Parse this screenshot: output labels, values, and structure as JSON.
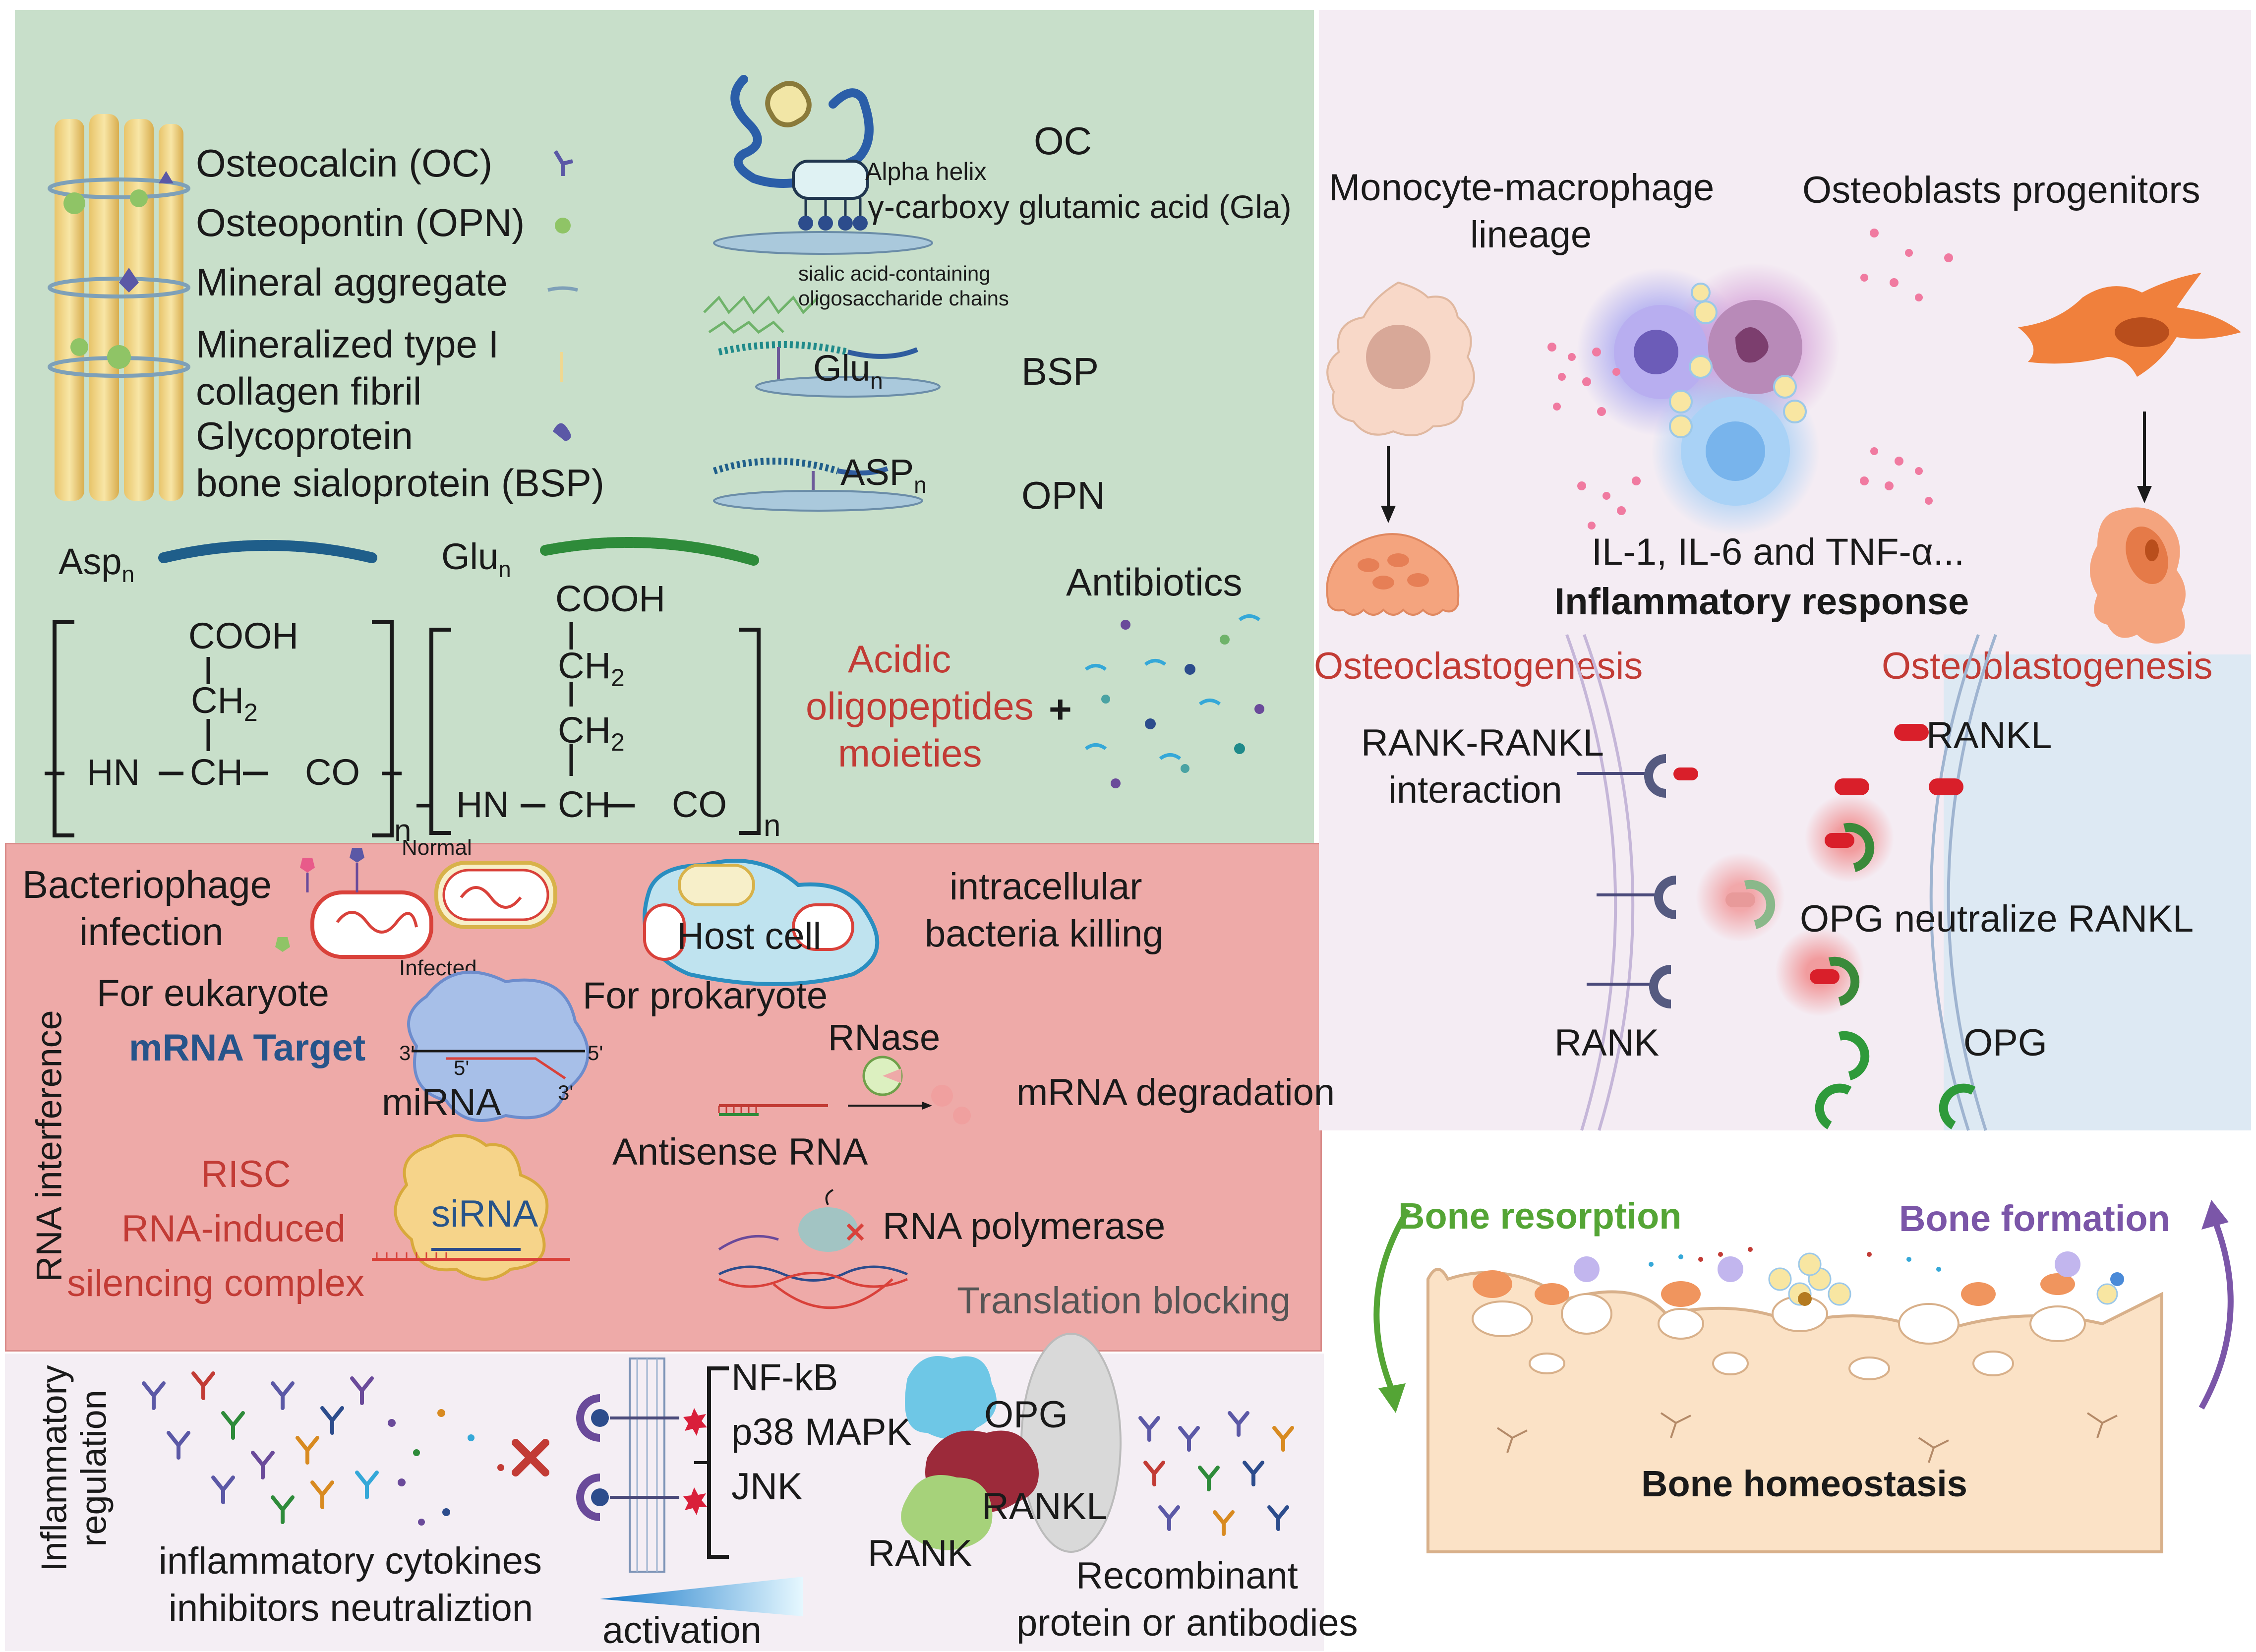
{
  "matrix": {
    "legend": [
      "Osteocalcin (OC)",
      "Osteopontin (OPN)",
      "Mineral aggregate",
      "Mineralized type I",
      "collagen fibril",
      "Glycoprotein",
      "bone sialoprotein (BSP)"
    ],
    "oc_label": "OC",
    "alpha_helix": "Alpha helix",
    "gla": "γ-carboxy glutamic acid (Gla)",
    "sialic1": "sialic acid-containing",
    "sialic2": "oligosaccharide chains",
    "glun_base": "Glu",
    "glun_sub": "n",
    "bsp_label": "BSP",
    "aspn_base": "ASP",
    "aspn_sub": "n",
    "opn_label": "OPN",
    "asp_chain_base": "Asp",
    "asp_chain_sub": "n",
    "glu_chain_base": "Glu",
    "glu_chain_sub": "n",
    "cooh": "COOH",
    "ch2": "CH",
    "ch2_sub": "2",
    "hn": "HN",
    "ch": "CH",
    "co": "CO",
    "n": "n",
    "acidic1": "Acidic",
    "acidic2": "oligopeptides",
    "acidic3": "moieties",
    "plus": "+",
    "antibiotics": "Antibiotics"
  },
  "rna": {
    "side_label": "RNA interference",
    "bacteriophage1": "Bacteriophage",
    "bacteriophage2": "infection",
    "normal": "Normal",
    "infected": "Infected",
    "host_cell": "Host cell",
    "intracellular1": "intracellular",
    "intracellular2": "bacteria killing",
    "for_eukaryote": "For eukaryote",
    "for_prokaryote": "For  prokaryote",
    "mrna_target": "mRNA Target",
    "mirna": "miRNA",
    "three_prime": "3'",
    "five_prime": "5'",
    "rnase": "RNase",
    "mrna_degradation": "mRNA degradation",
    "risc": "RISC",
    "risc_full1": "RNA-induced",
    "risc_full2": "silencing complex",
    "sirna": "siRNA",
    "antisense": "Antisense RNA",
    "rna_polymerase": "RNA polymerase",
    "translation_blocking": "Translation blocking"
  },
  "inflam": {
    "side_label1": "Inflammatory",
    "side_label2": "regulation",
    "nfkb": "NF-kB",
    "p38": "p38 MAPK",
    "jnk": "JNK",
    "cytokines1": "inflammatory cytokines",
    "cytokines2": "inhibitors neutraliztion",
    "activation": "activation",
    "opg": "OPG",
    "rankl": "RANKL",
    "rank": "RANK",
    "recombinant1": "Recombinant",
    "recombinant2": "protein or antibodies"
  },
  "cells": {
    "monocyte1": "Monocyte-macrophage",
    "monocyte2": "lineage",
    "osteoblast_prog": "Osteoblasts progenitors",
    "cytokine_list": "IL-1, IL-6 and TNF-α...",
    "inflammatory_response": "Inflammatory response",
    "osteoclastogenesis": "Osteoclastogenesis",
    "osteoblastogenesis": "Osteoblastogenesis",
    "rank_rankl1": "RANK-RANKL",
    "rank_rankl2": "interaction",
    "rankl": "RANKL",
    "opg_neutralize": "OPG neutralize RANKL",
    "rank": "RANK",
    "opg": "OPG"
  },
  "homeostasis": {
    "bone_resorption": "Bone resorption",
    "bone_formation": "Bone formation",
    "bone_homeostasis": "Bone homeostasis"
  },
  "colors": {
    "green_panel": "#c8dfca",
    "red_panel": "#eeaaa8",
    "lavender_panel": "#f4ecf3",
    "blue_panel": "#dde9f3",
    "accent_red": "#c23b35",
    "accent_green": "#54a535",
    "accent_purple": "#7b56a8"
  }
}
